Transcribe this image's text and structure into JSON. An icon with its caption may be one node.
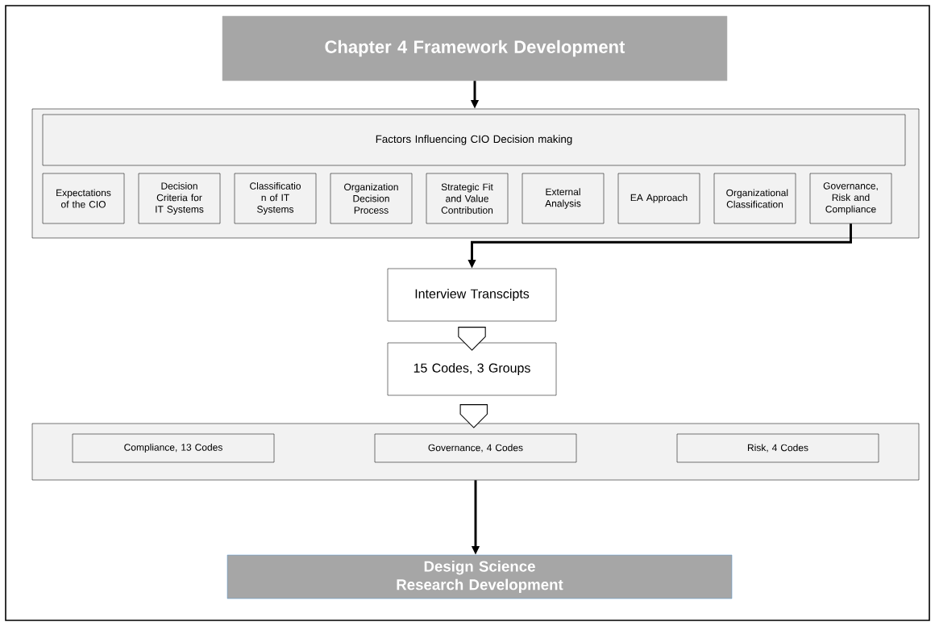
{
  "diagram": {
    "nodes": [
      {
        "text": [
          "Chapter 4 Framework Development"
        ]
      },
      {
        "text": [],
        "shape": "box"
      },
      {
        "text": [
          "Factors Influencing CIO Decision making"
        ],
        "in": 1
      },
      {
        "text": [
          "Expectations of the CIO"
        ],
        "in": 1
      },
      {
        "text": [
          "Decision Criteria for IT Systems"
        ],
        "in": 1
      },
      {
        "text": [
          "Classificatio n of IT Systems"
        ],
        "in": 1
      },
      {
        "text": [
          "Organization Decision Process"
        ],
        "in": 1
      },
      {
        "text": [
          "Strategic Fit and Value Contribution"
        ],
        "in": 1
      },
      {
        "text": [
          "External Analysis"
        ],
        "in": 1
      },
      {
        "text": [
          "EA Approach"
        ],
        "in": 1
      },
      {
        "text": [
          "Organizational Classification"
        ],
        "in": 1
      },
      {
        "text": [
          "Governance, Risk and Compliance"
        ],
        "in": 1
      },
      {
        "text": [
          "Interview Transcipts"
        ]
      },
      {
        "text": [
          "15 Codes, 3 Groups"
        ]
      },
      {
        "text": [],
        "shape": "box"
      },
      {
        "text": [
          "Compliance, 13 Codes"
        ],
        "in": 14
      },
      {
        "text": [
          "Governance, 4 Codes"
        ],
        "in": 14
      },
      {
        "text": [
          "Risk, 4 Codes"
        ],
        "in": 14
      },
      {
        "text": [
          "Design Science Research Development"
        ]
      }
    ],
    "edges": [
      {
        "from": 0,
        "to": 1,
        "arrow": "to"
      },
      {
        "from": 11,
        "to": 12,
        "arrow": "to"
      },
      {
        "from": 12,
        "to": 13,
        "arrow": "to",
        "style": "thick"
      },
      {
        "from": 13,
        "to": 14,
        "arrow": "to",
        "style": "thick"
      },
      {
        "from": 14,
        "to": 18,
        "arrow": "to"
      }
    ]
  }
}
